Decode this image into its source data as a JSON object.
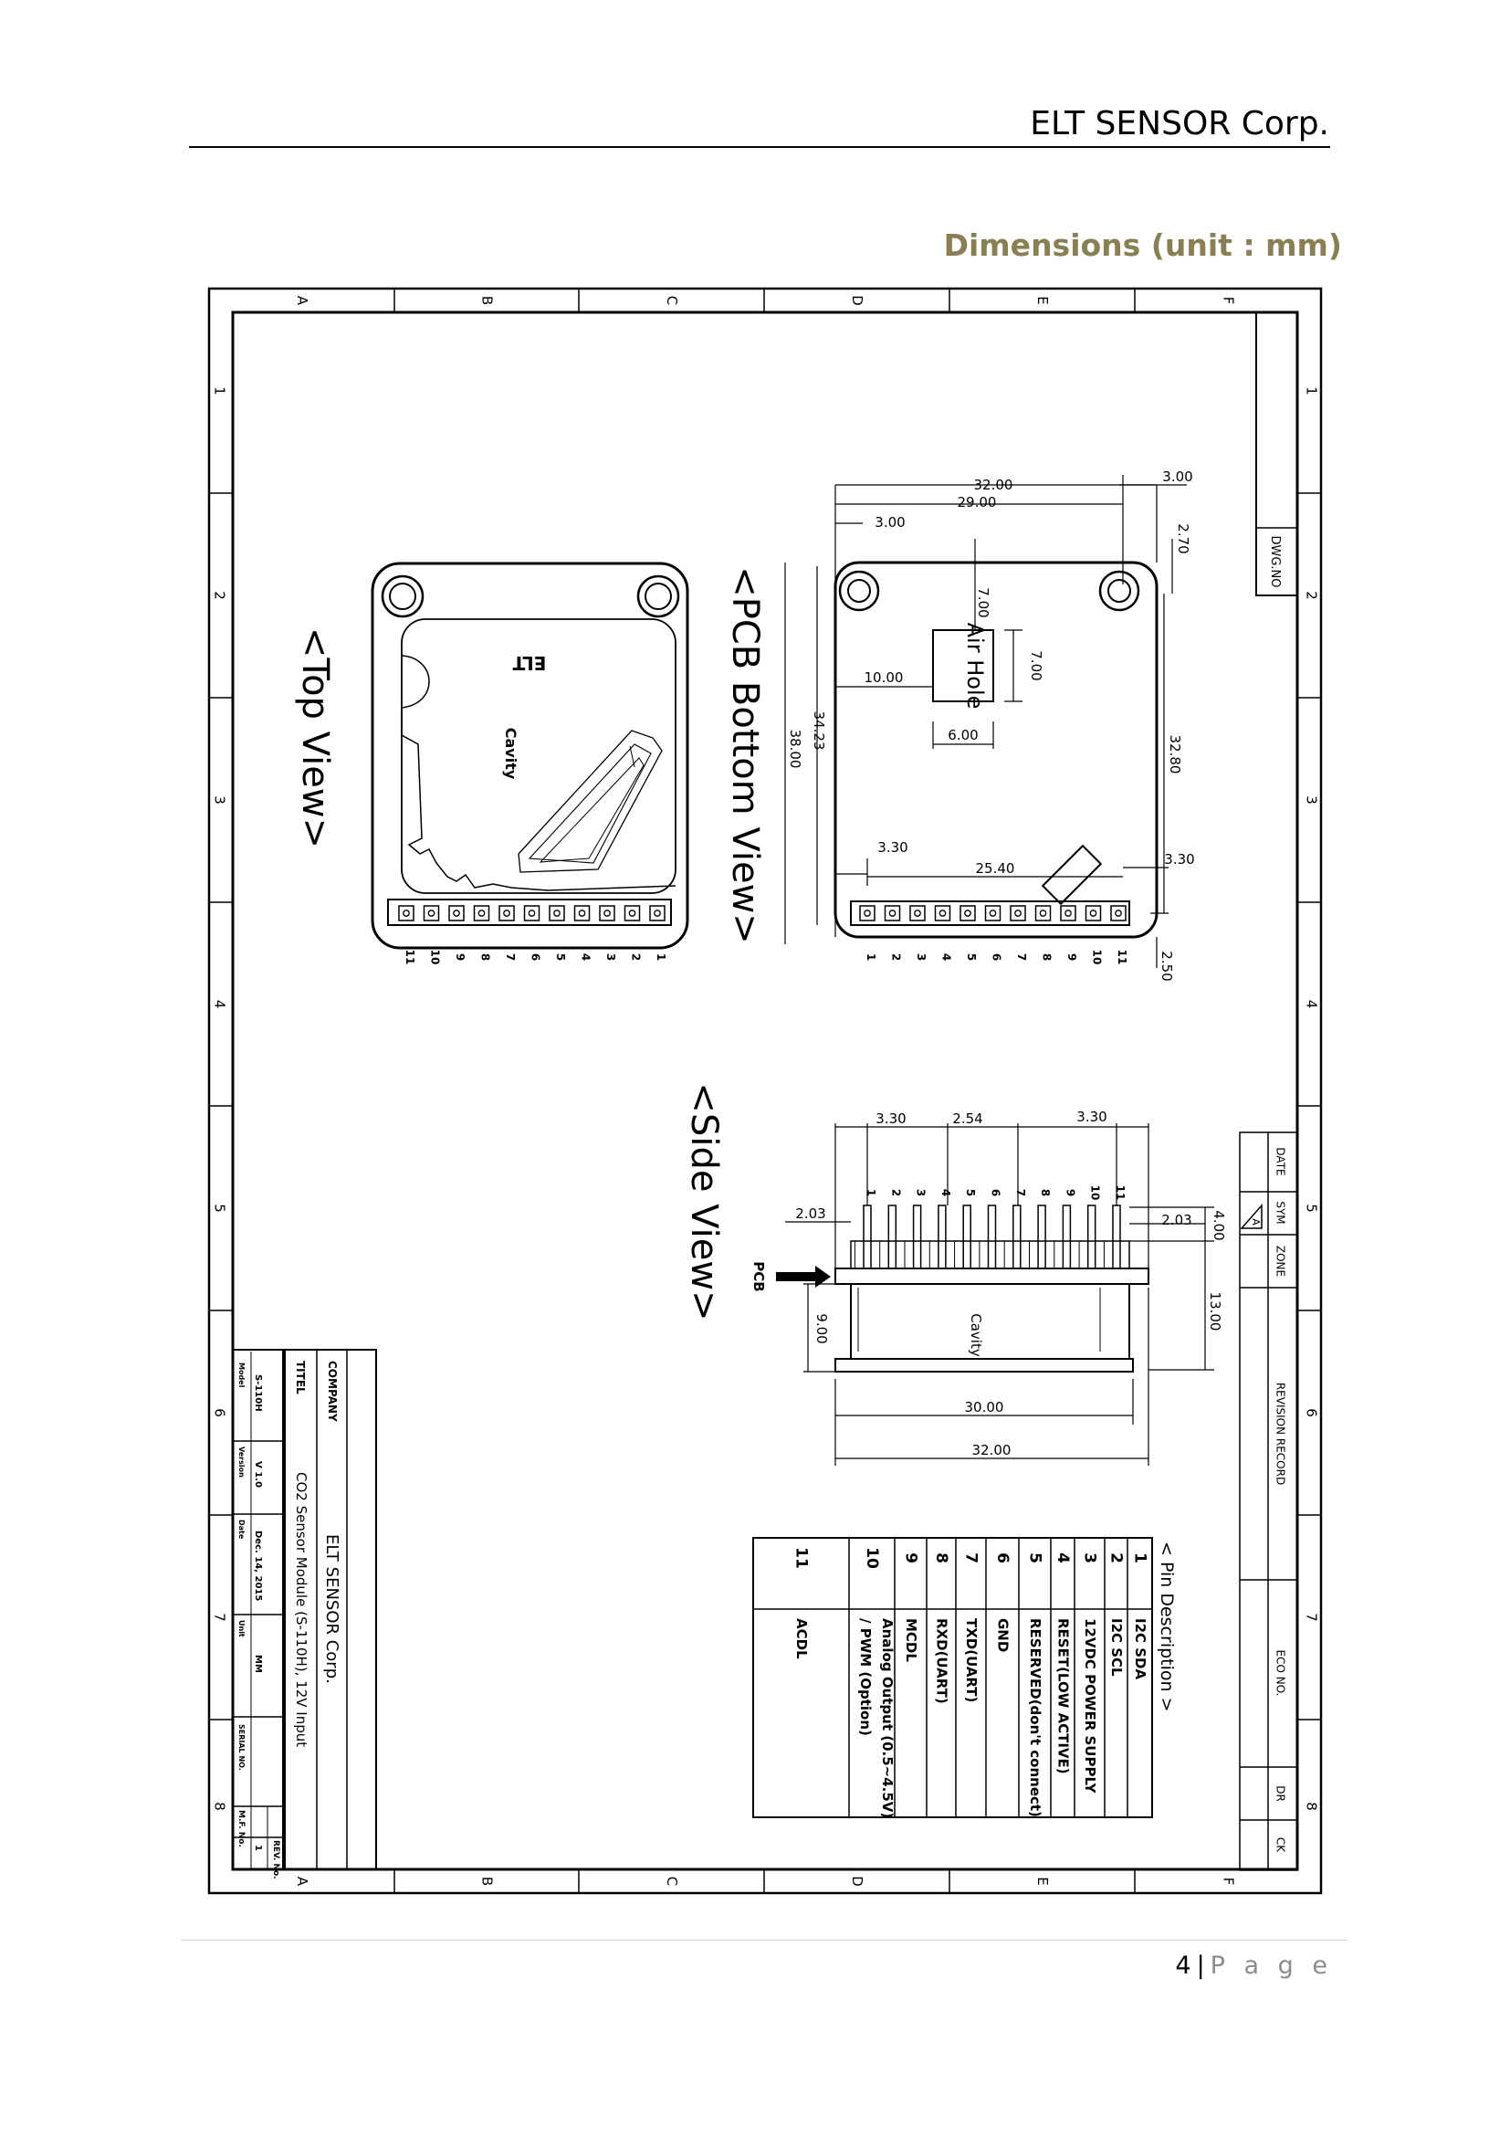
{
  "header": {
    "company": "ELT SENSOR Corp."
  },
  "section_title": "Dimensions (unit : mm)",
  "colors": {
    "section_title": "#8a7f52",
    "footer_page": "#8c8c8c",
    "text": "#000000"
  },
  "drawing": {
    "zone_letters": [
      "A",
      "B",
      "C",
      "D",
      "E",
      "F"
    ],
    "zone_numbers": [
      "1",
      "2",
      "3",
      "4",
      "5",
      "6",
      "7",
      "8"
    ],
    "dwg_no": "DWG.NO",
    "revision_headers": [
      "DATE",
      "SYM",
      "ZONE",
      "REVISION RECORD",
      "ECO NO.",
      "DR",
      "CK"
    ],
    "revision_sym": "A",
    "top_view": {
      "label": "<Top View>",
      "logo": "ELT",
      "cavity": "Cavity"
    },
    "bottom_view": {
      "label": "<PCB Bottom View>",
      "air_hole": "Air Hole",
      "dims": {
        "w32": "32.00",
        "w29": "29.00",
        "d300a": "3.00",
        "d300b": "3.00",
        "d270": "2.70",
        "d700a": "7.00",
        "d700b": "7.00",
        "d1000": "10.00",
        "d600": "6.00",
        "d3423": "34.23",
        "d3800": "38.00",
        "d3280": "32.80",
        "d330a": "3.30",
        "d2540": "25.40",
        "d330b": "3.30",
        "d250": "2.50"
      }
    },
    "side_view": {
      "label": "<Side View>",
      "pcb": "PCB",
      "cavity": "Cavity",
      "dims": {
        "d330a": "3.30",
        "d254": "2.54",
        "d330b": "3.30",
        "d203a": "2.03",
        "d203b": "2.03",
        "d400": "4.00",
        "d1300": "13.00",
        "d900": "9.00",
        "d3000": "30.00",
        "d3200": "32.00"
      }
    },
    "pin_numbers": [
      "1",
      "2",
      "3",
      "4",
      "5",
      "6",
      "7",
      "8",
      "9",
      "10",
      "11"
    ],
    "pin_table": {
      "title": "< Pin Description >",
      "rows": [
        {
          "no": "1",
          "desc": "I2C SDA"
        },
        {
          "no": "2",
          "desc": "I2C SCL"
        },
        {
          "no": "3",
          "desc": "12VDC POWER SUPPLY"
        },
        {
          "no": "4",
          "desc": "RESET(LOW ACTIVE)"
        },
        {
          "no": "5",
          "desc": "RESERVED(don't connect)"
        },
        {
          "no": "6",
          "desc": "GND"
        },
        {
          "no": "7",
          "desc": "TXD(UART)"
        },
        {
          "no": "8",
          "desc": "RXD(UART)"
        },
        {
          "no": "9",
          "desc": "MCDL"
        },
        {
          "no": "10",
          "desc": "Analog Output (0.5~4.5V)",
          "desc2": "/ PWM (Option)"
        },
        {
          "no": "11",
          "desc": "ACDL"
        }
      ]
    },
    "title_block": {
      "company_label": "COMPANY",
      "company": "ELT SENSOR Corp.",
      "title_label": "TITEL",
      "title": "CO2 Sensor Module (S-110H), 12V Input",
      "model_label": "Model",
      "model": "S-110H",
      "version_label": "Version",
      "version": "V 1.0",
      "date_label": "Date",
      "date": "Dec. 14, 2015",
      "unit_label": "Unit",
      "unit": "MM",
      "serial_label": "SERIAL NO.",
      "serial": "",
      "mf_label": "M.F. No.",
      "rev_label": "REV. No.",
      "rev": "1"
    }
  },
  "footer": {
    "page_number": "4",
    "page_label": "P a g e"
  }
}
